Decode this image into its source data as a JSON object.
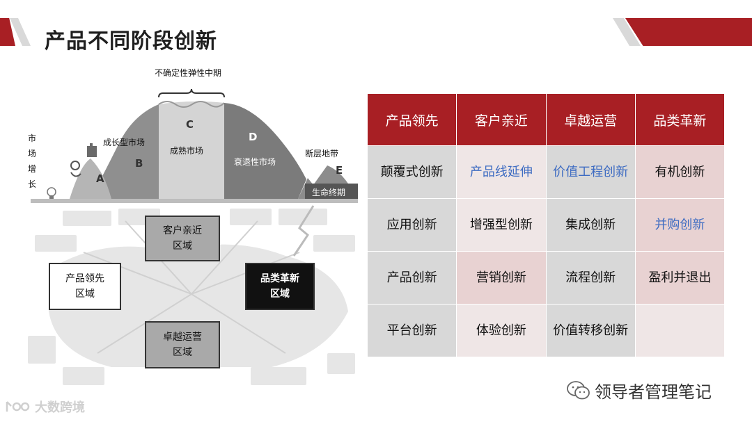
{
  "title": "产品不同阶段创新",
  "diagram": {
    "top_label": "不确定性弹性中期",
    "side_label_chars": [
      "市",
      "场",
      "增",
      "长"
    ],
    "stages": [
      {
        "letter": "A",
        "label": ""
      },
      {
        "letter": "B",
        "label": "成长型市场"
      },
      {
        "letter": "C",
        "label": "成熟市场"
      },
      {
        "letter": "D",
        "label": "衰退性市场"
      },
      {
        "letter": "E",
        "label": "断层地带"
      }
    ],
    "end_label": "生命终期",
    "zones": {
      "customer_intimacy": [
        "客户亲近",
        "区域"
      ],
      "product_leadership": [
        "产品领先",
        "区域"
      ],
      "category_renewal": [
        "品类革新",
        "区域"
      ],
      "operational_excellence": [
        "卓越运营",
        "区域"
      ]
    }
  },
  "table": {
    "headers": [
      "产品领先",
      "客户亲近",
      "卓越运营",
      "品类革新"
    ],
    "rows": [
      [
        "颠覆式创新",
        "产品线延伸",
        "价值工程创新",
        "有机创新"
      ],
      [
        "应用创新",
        "增强型创新",
        "集成创新",
        "并购创新"
      ],
      [
        "产品创新",
        "营销创新",
        "流程创新",
        "盈利并退出"
      ],
      [
        "平台创新",
        "体验创新",
        "价值转移创新",
        ""
      ]
    ]
  },
  "footer": {
    "watermark": "领导者管理笔记",
    "brand": "大数跨境"
  },
  "colors": {
    "accent_red": "#a81f24",
    "highlight_blue": "#3e6cc2"
  }
}
